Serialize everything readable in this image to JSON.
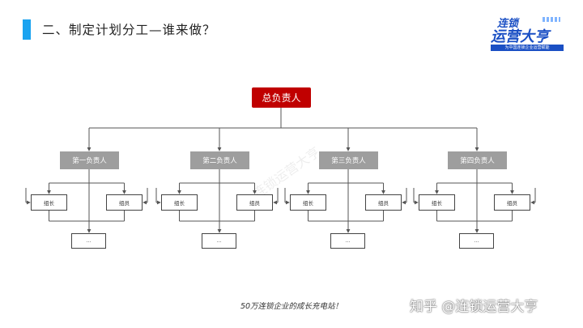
{
  "header": {
    "title": "二、制定计划分工—谁来做？",
    "accent_color": "#1aa3f0"
  },
  "logo": {
    "line1": "连锁",
    "line2": "运营大亨",
    "tagline": "为中国连锁企业运营赋能"
  },
  "org_chart": {
    "root": "总负责人",
    "root_color": "#c00000",
    "lead_color": "#9e9e9e",
    "groups": [
      {
        "lead": "第一负责人",
        "left_member": "组长",
        "right_member": "组员",
        "bottom": "..."
      },
      {
        "lead": "第二负责人",
        "left_member": "组长",
        "right_member": "组员",
        "bottom": "..."
      },
      {
        "lead": "第三负责人",
        "left_member": "组长",
        "right_member": "组员",
        "bottom": "..."
      },
      {
        "lead": "第四负责人",
        "left_member": "组长",
        "right_member": "组员",
        "bottom": "..."
      }
    ]
  },
  "background_watermark": "连锁运营大亨",
  "footer": {
    "slogan": "50万连锁企业的成长充电站！"
  },
  "watermark": {
    "text": "知乎 @连锁运营大亨"
  }
}
